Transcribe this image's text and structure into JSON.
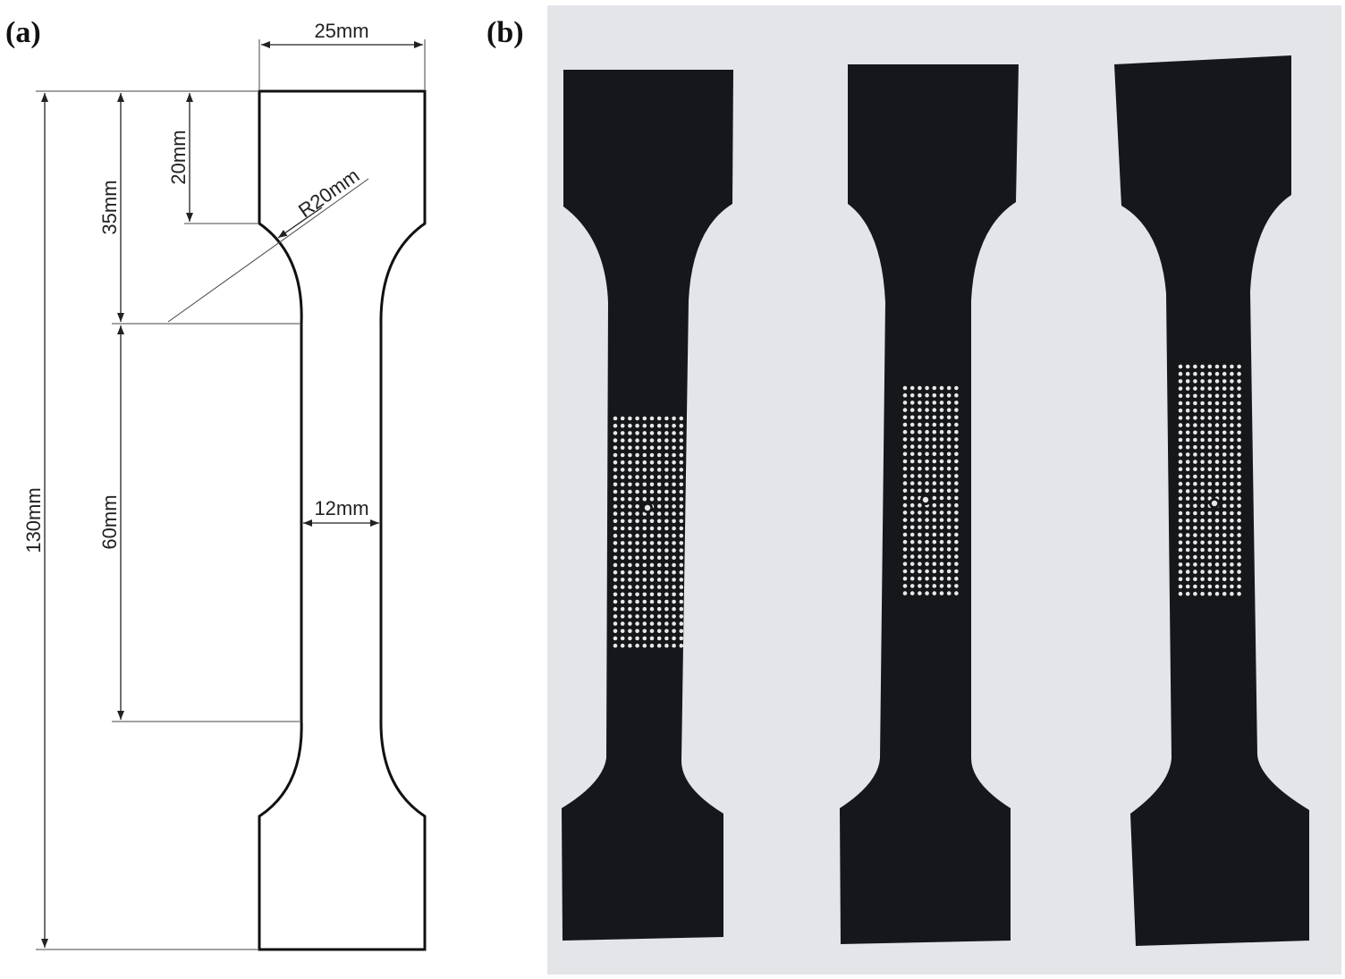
{
  "panel_a": {
    "label": "(a)",
    "dims": {
      "width_top": "25mm",
      "grip_length": "20mm",
      "shoulder_length": "35mm",
      "radius": "R20mm",
      "gauge_length": "60mm",
      "total_length": "130mm",
      "gauge_width": "12mm"
    }
  },
  "panel_b": {
    "label": "(b)",
    "photo_bg": "#e4e5e9",
    "specimen_color": "#16171b",
    "dot_color": "#e8e8e8"
  }
}
